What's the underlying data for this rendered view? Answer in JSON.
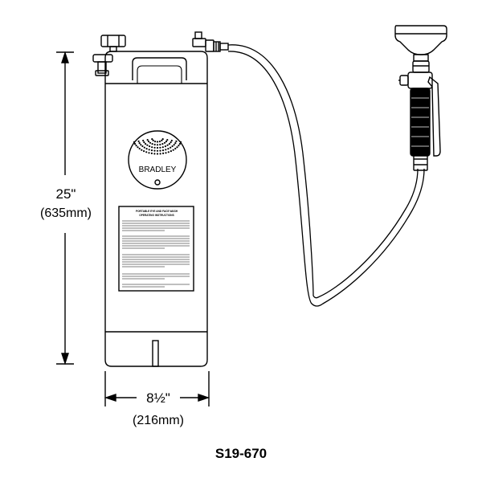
{
  "dimensions": {
    "height": {
      "label": "25\"",
      "metric": "(635mm)"
    },
    "width": {
      "label": "8½\"",
      "metric": "(216mm)"
    }
  },
  "badge": {
    "brand": "BRADLEY"
  },
  "instructions": {
    "title_line1": "PORTABLE EYE AND FACE WASH",
    "title_line2": "OPERATING INSTRUCTIONS"
  },
  "model": "S19-670",
  "colors": {
    "line": "#000000",
    "paper": "#ffffff"
  }
}
